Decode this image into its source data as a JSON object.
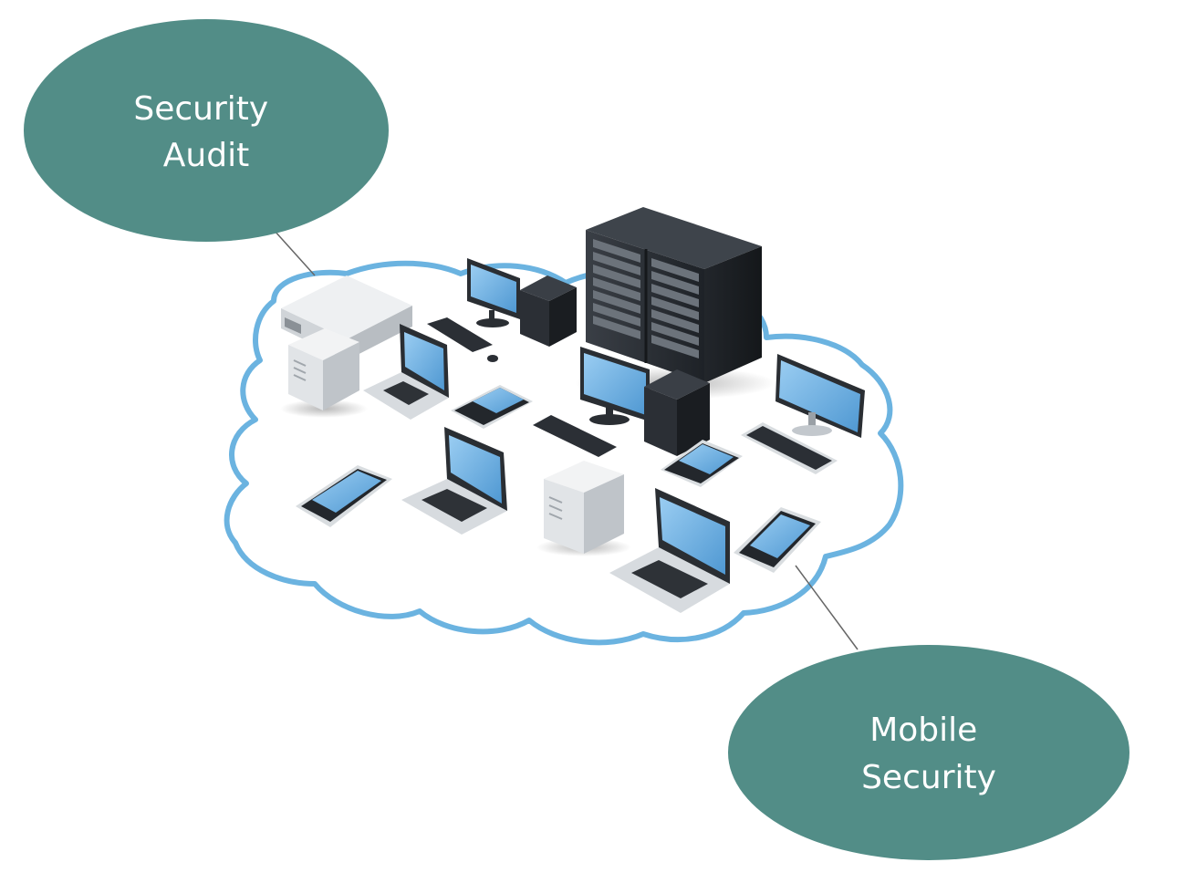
{
  "callouts": [
    {
      "id": "security-audit",
      "lines": [
        "Security",
        "Audit"
      ]
    },
    {
      "id": "mobile-security",
      "lines": [
        "Mobile",
        "Security"
      ]
    }
  ],
  "colors": {
    "bubble_fill": "#528D87",
    "bubble_text": "#FFFFFF",
    "cloud_outline": "#6BB3E0",
    "leader_line": "#666666",
    "screen_blue": "#6FB3E6",
    "server_dark": "#2B2F35",
    "device_silver": "#D9DDE0"
  },
  "illustration": {
    "subject": "network-cloud-devices",
    "devices": [
      "server-rack",
      "tower-pc",
      "desktop-monitor",
      "laptop",
      "smartphone",
      "keyboard",
      "network-switch"
    ]
  }
}
